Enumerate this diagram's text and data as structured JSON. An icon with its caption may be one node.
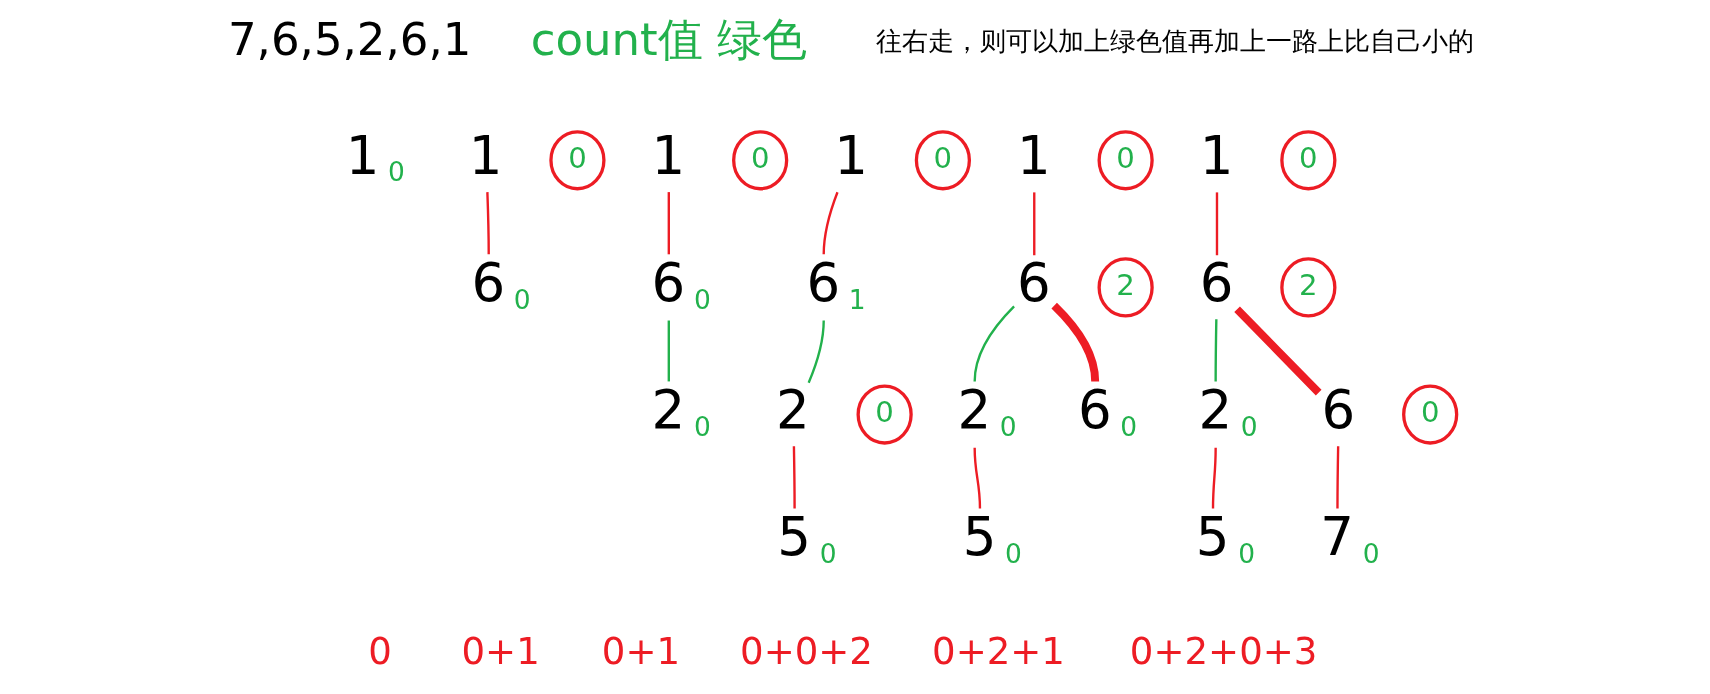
{
  "diagram": {
    "nodes": [
      {
        "text": [
          "1"
        ],
        "beside": [
          "0"
        ]
      },
      {
        "text": [
          "1"
        ]
      },
      {
        "text": [
          "0"
        ]
      },
      {
        "text": [
          "6"
        ],
        "beside": [
          "0"
        ]
      },
      {
        "text": [
          "1"
        ]
      },
      {
        "text": [
          "0"
        ]
      },
      {
        "text": [
          "6"
        ],
        "beside": [
          "0"
        ]
      },
      {
        "text": [
          "2"
        ],
        "beside": [
          "0"
        ]
      },
      {
        "text": [
          "1"
        ]
      },
      {
        "text": [
          "0"
        ]
      },
      {
        "text": [
          "6"
        ],
        "beside": [
          "1"
        ]
      },
      {
        "text": [
          "2"
        ]
      },
      {
        "text": [
          "0"
        ]
      },
      {
        "text": [
          "5"
        ],
        "beside": [
          "0"
        ]
      },
      {
        "text": [
          "1"
        ]
      },
      {
        "text": [
          "0"
        ]
      },
      {
        "text": [
          "6"
        ]
      },
      {
        "text": [
          "2"
        ]
      },
      {
        "text": [
          "2"
        ],
        "beside": [
          "0"
        ]
      },
      {
        "text": [
          "6"
        ],
        "beside": [
          "0"
        ]
      },
      {
        "text": [
          "5"
        ],
        "beside": [
          "0"
        ]
      },
      {
        "text": [
          "1"
        ]
      },
      {
        "text": [
          "0"
        ]
      },
      {
        "text": [
          "6"
        ]
      },
      {
        "text": [
          "2"
        ]
      },
      {
        "text": [
          "2"
        ],
        "beside": [
          "0"
        ]
      },
      {
        "text": [
          "6"
        ]
      },
      {
        "text": [
          "0"
        ]
      },
      {
        "text": [
          "5"
        ],
        "beside": [
          "0"
        ]
      },
      {
        "text": [
          "7"
        ],
        "beside": [
          "0"
        ]
      }
    ],
    "edges": [
      {
        "from": 1,
        "to": 3,
        "arrow": "none"
      },
      {
        "from": 4,
        "to": 6,
        "arrow": "none"
      },
      {
        "from": 6,
        "to": 7,
        "arrow": "none",
        "color": "#22b14c"
      },
      {
        "from": 8,
        "to": 10,
        "arrow": "none"
      },
      {
        "from": 10,
        "to": 11,
        "arrow": "none",
        "color": "#22b14c"
      },
      {
        "from": 11,
        "to": 13,
        "arrow": "none"
      },
      {
        "from": 14,
        "to": 16,
        "arrow": "none"
      },
      {
        "from": 16,
        "to": 18,
        "arrow": "none",
        "color": "#22b14c"
      },
      {
        "from": 16,
        "to": 19,
        "arrow": "none",
        "style": "thick"
      },
      {
        "from": 18,
        "to": 20,
        "arrow": "none"
      },
      {
        "from": 21,
        "to": 23,
        "arrow": "none"
      },
      {
        "from": 23,
        "to": 25,
        "arrow": "none",
        "color": "#22b14c"
      },
      {
        "from": 23,
        "to": 26,
        "arrow": "none",
        "style": "thick"
      },
      {
        "from": 25,
        "to": 28,
        "arrow": "none"
      },
      {
        "from": 26,
        "to": 29,
        "arrow": "none"
      }
    ],
    "labels": [
      "7,6,5,2,6,1",
      "count值 绿色",
      "往右走，则可以加上绿色值再加上一路上比自己小的",
      "0",
      "0+1",
      "0+1",
      "0+0+2",
      "0+2+1",
      "0+2+0+3"
    ]
  }
}
